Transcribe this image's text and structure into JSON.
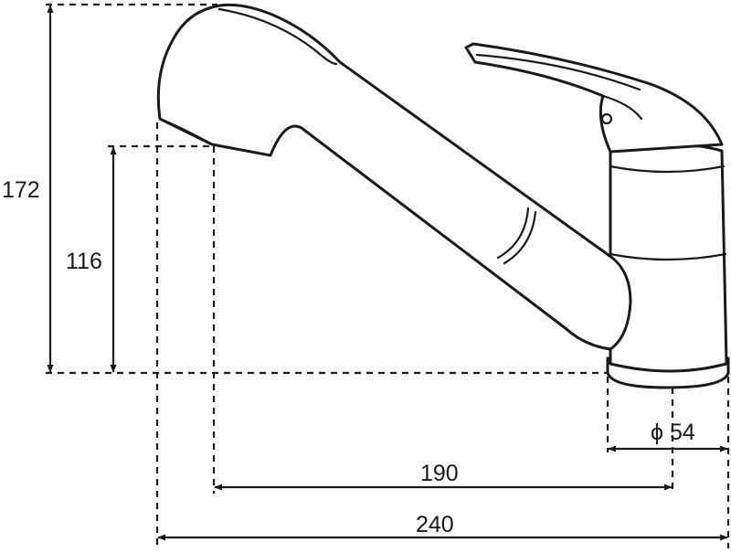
{
  "dimensions": {
    "height_total": "172",
    "height_spout": "116",
    "reach_spout": "190",
    "length_total": "240",
    "base_diameter": "ϕ 54"
  }
}
